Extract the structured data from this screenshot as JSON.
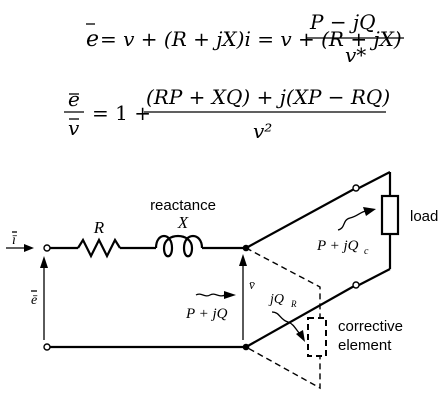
{
  "equation_1": {
    "lhs": "e",
    "rhs_a": "= v + (R + jX)i = v + (R + jX)",
    "numerator": "P − jQ",
    "denominator": "v*"
  },
  "equation_2": {
    "lhs_numerator": "e",
    "lhs_denominator": "v",
    "rhs_prefix": "= 1 +",
    "numerator": "(RP + XQ) + j(XP − RQ)",
    "denominator": "v²"
  },
  "circuit": {
    "current_label": "ī",
    "source_voltage_label": "ē",
    "R_label": "R",
    "reactance_caption": "reactance",
    "X_label": "X",
    "load_voltage_label": "v̄",
    "power_flow_label": "P + jQ",
    "load_caption": "load",
    "load_power_label": "P + jQ",
    "load_power_subscript": "c",
    "corrective_power_label": "jQ",
    "corrective_power_subscript": "R",
    "corrective_caption_1": "corrective",
    "corrective_caption_2": "element"
  }
}
